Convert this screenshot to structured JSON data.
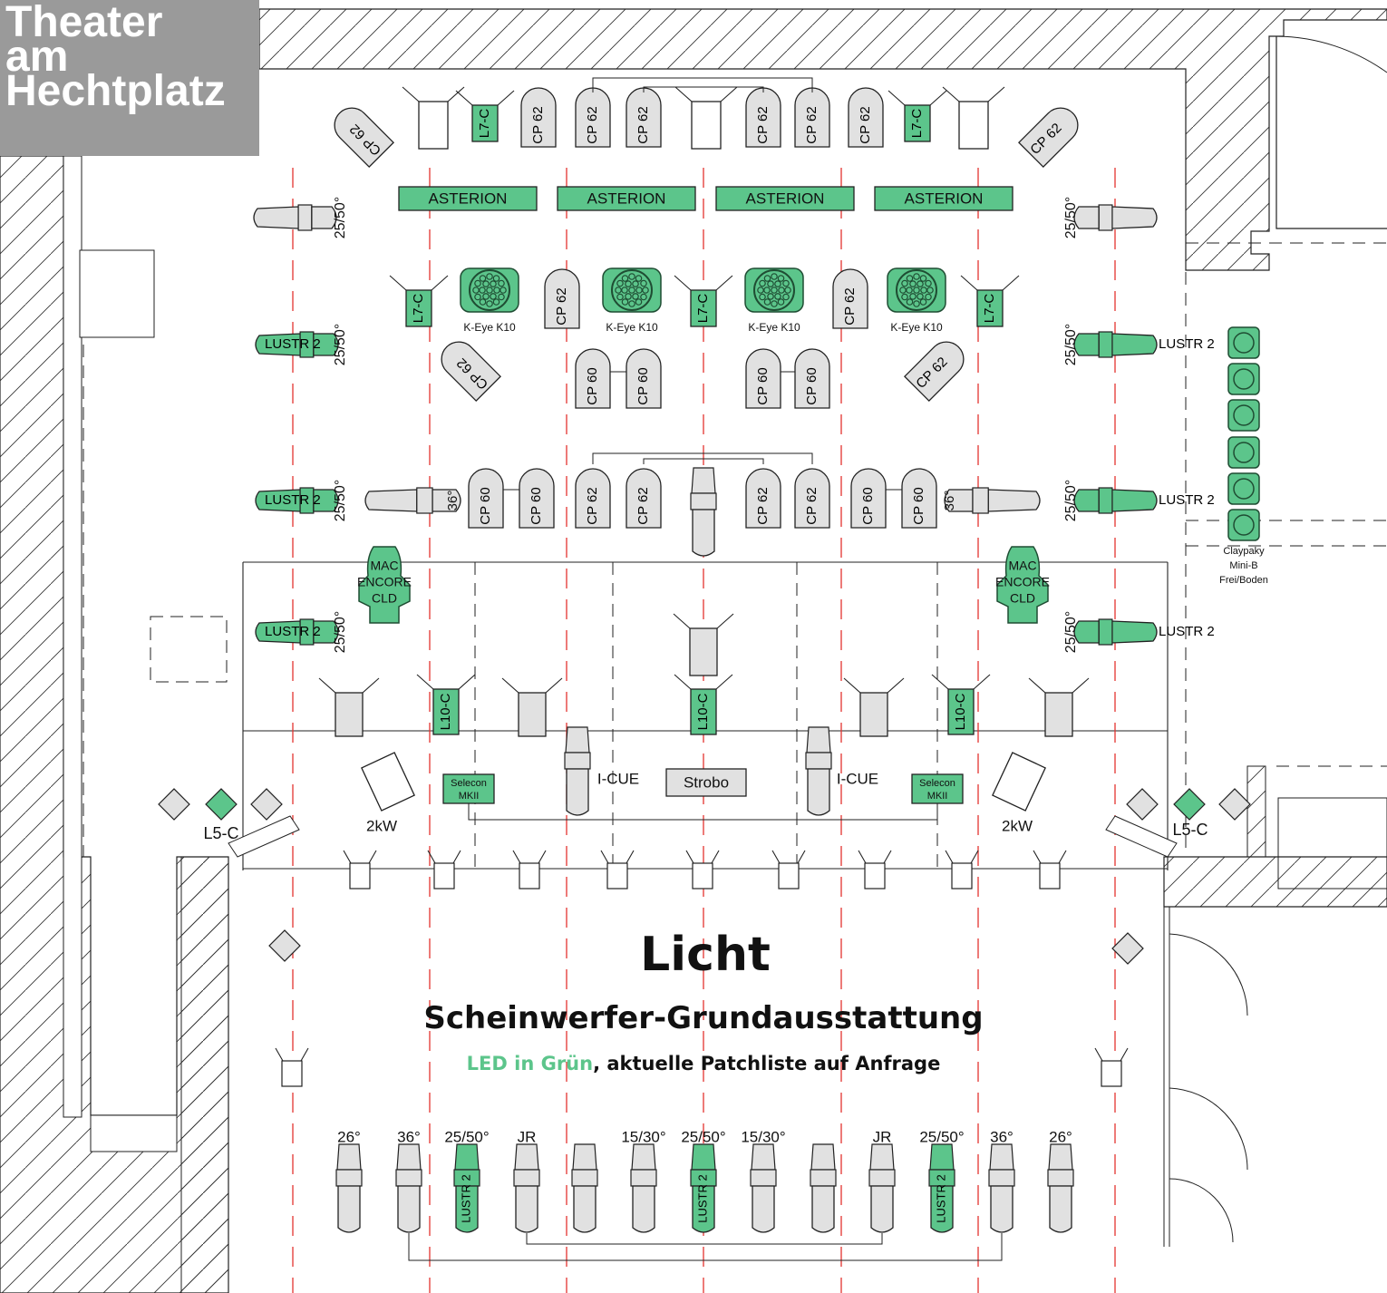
{
  "logo": {
    "line1": "Theater",
    "line2": "am",
    "line3": "Hechtplatz"
  },
  "heading": {
    "title": "Licht",
    "subtitle": "Scheinwerfer-Grundausstattung",
    "note_green": "LED in Grün",
    "note_rest": ", aktuelle Patchliste auf Anfrage"
  },
  "colors": {
    "led": "#5cc58b",
    "led_stroke": "#1f4d33",
    "conventional": "#e1e1e1",
    "pipe": "#e3342f",
    "logo_bg": "#9a9a9a"
  },
  "fixture_labels": {
    "asterion": "ASTERION",
    "cp62": "CP 62",
    "cp60": "CP 60",
    "l7c": "L7-C",
    "l10c": "L10-C",
    "l5c": "L5-C",
    "lustr2": "LUSTR 2",
    "keye": "K-Eye K10",
    "deg2550": "25/50°",
    "deg36": "36°",
    "mac1": "MAC",
    "mac2": "ENCORE",
    "mac3": "CLD",
    "icue": "I-CUE",
    "strobo": "Strobo",
    "selecon1": "Selecon",
    "selecon2": "MKII",
    "kw2": "2kW",
    "claypaky1": "Claypaky",
    "claypaky2": "Mini-B",
    "claypaky3": "Frei/Boden"
  },
  "front_row_labels": [
    "26°",
    "36°",
    "25/50°",
    "JR",
    "",
    "15/30°",
    "25/50°",
    "15/30°",
    "",
    "JR",
    "25/50°",
    "36°",
    "26°"
  ]
}
